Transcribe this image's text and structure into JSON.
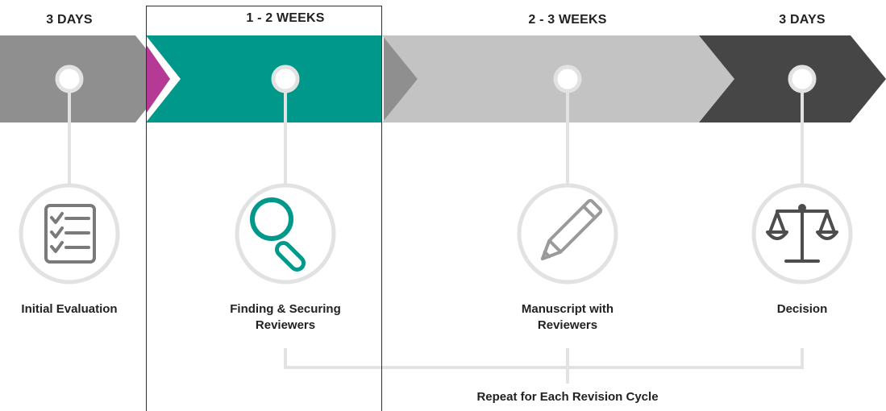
{
  "colors": {
    "stage_1": "#8f8f8f",
    "stage_2": "#00988a",
    "stage_2_notch": "#b43a96",
    "stage_3": "#c3c3c3",
    "stage_4": "#464646",
    "connector": "#e2e2e2",
    "highlight_border": "#1b2a78",
    "text": "#222222"
  },
  "stages": [
    {
      "duration": "3 DAYS",
      "label_lines": [
        "Initial Evaluation"
      ],
      "icon": "checklist-icon"
    },
    {
      "duration": "1 - 2 WEEKS",
      "label_lines": [
        "Finding & Securing",
        "Reviewers"
      ],
      "icon": "magnifier-icon"
    },
    {
      "duration": "2 - 3 WEEKS",
      "label_lines": [
        "Manuscript with",
        "Reviewers"
      ],
      "icon": "pencil-icon"
    },
    {
      "duration": "3 DAYS",
      "label_lines": [
        "Decision"
      ],
      "icon": "scales-icon"
    }
  ],
  "footer": {
    "label": "Repeat for Each Revision Cycle"
  }
}
